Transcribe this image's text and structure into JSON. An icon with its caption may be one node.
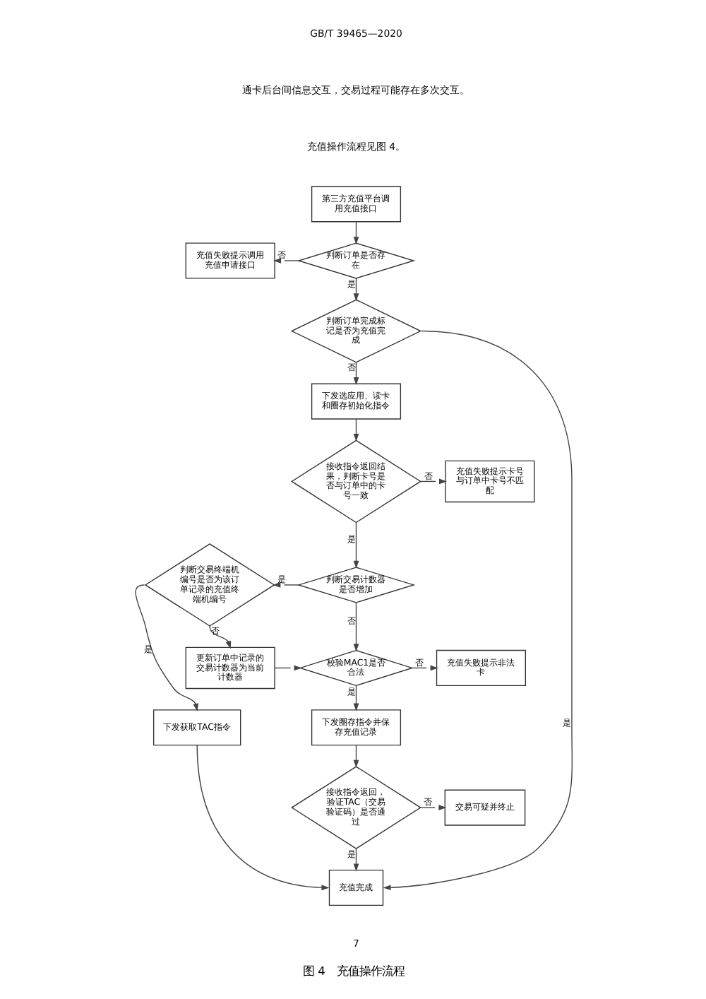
{
  "diagram": {
    "caption": "图 4　充值操作流程",
    "nodes": [
      {
        "text": [
          "第三方充值平台调用充值接口"
        ]
      },
      {
        "text": [
          "判断订单是否存在"
        ]
      },
      {
        "text": [
          "充值失败提示调用充值申请接口"
        ]
      },
      {
        "text": [
          "判断订单完成标记是否为充值完成"
        ]
      },
      {
        "text": [
          "下发选应用、读卡和圈存初始化指令"
        ]
      },
      {
        "text": [
          "接收指令返回结果，判断卡号是否与订单中的卡号一致"
        ]
      },
      {
        "text": [
          "充值失败提示卡号与订单中卡号不匹配"
        ]
      },
      {
        "text": [
          "判断交易计数器是否增加"
        ]
      },
      {
        "text": [
          "判断交易终端机编号是否为该订单记录的充值终端机编号"
        ]
      },
      {
        "text": [
          "更新订单中记录的交易计数器为当前计数器"
        ]
      },
      {
        "text": [
          "校验MAC1是否合法"
        ]
      },
      {
        "text": [
          "充值失败提示非法卡"
        ]
      },
      {
        "text": [
          "下发获取TAC指令"
        ]
      },
      {
        "text": [
          "下发圈存指令并保存充值记录"
        ]
      },
      {
        "text": [
          "接收指令返回，验证TAC（交易验证码）是否通过"
        ]
      },
      {
        "text": [
          "交易可疑并终止"
        ]
      },
      {
        "text": [
          "充值完成"
        ]
      }
    ],
    "edges": [
      {
        "from": 0,
        "to": 1,
        "arrow": "to"
      },
      {
        "from": 1,
        "to": 2,
        "arrow": "to",
        "label": "否"
      },
      {
        "from": 1,
        "to": 3,
        "arrow": "to",
        "label": "是"
      },
      {
        "from": 3,
        "to": 16,
        "arrow": "to",
        "label": "是"
      },
      {
        "from": 3,
        "to": 4,
        "arrow": "to",
        "label": "否"
      },
      {
        "from": 4,
        "to": 5,
        "arrow": "to"
      },
      {
        "from": 5,
        "to": 6,
        "arrow": "to",
        "label": "否"
      },
      {
        "from": 5,
        "to": 7,
        "arrow": "to",
        "label": "是"
      },
      {
        "from": 7,
        "to": 8,
        "arrow": "to",
        "label": "是"
      },
      {
        "from": 7,
        "to": 10,
        "arrow": "to",
        "label": "否"
      },
      {
        "from": 8,
        "to": 9,
        "arrow": "to",
        "label": "否"
      },
      {
        "from": 8,
        "to": 12,
        "arrow": "to",
        "label": "是"
      },
      {
        "from": 9,
        "to": 10,
        "arrow": "to"
      },
      {
        "from": 10,
        "to": 11,
        "arrow": "to",
        "label": "否"
      },
      {
        "from": 10,
        "to": 13,
        "arrow": "to",
        "label": "是"
      },
      {
        "from": 13,
        "to": 14,
        "arrow": "to"
      },
      {
        "from": 14,
        "to": 15,
        "arrow": "to",
        "label": "否"
      },
      {
        "from": 14,
        "to": 16,
        "arrow": "to",
        "label": "是"
      },
      {
        "from": 12,
        "to": 16,
        "arrow": "to"
      }
    ],
    "labels": [
      "GB/T 39465—2020",
      "通卡后台间信息交互，交易过程可能存在多次交互。",
      "充值操作流程见图 4。",
      "7"
    ]
  }
}
